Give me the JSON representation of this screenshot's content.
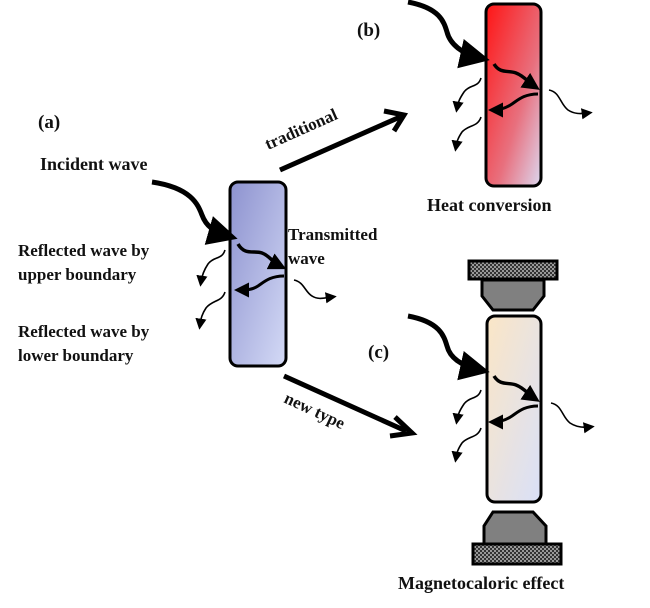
{
  "panels": {
    "a": {
      "label": "(a)",
      "incident": "Incident wave",
      "transmitted_line1": "Transmitted",
      "transmitted_line2": "wave",
      "reflected_upper_line1": "Reflected wave by",
      "reflected_upper_line2": "upper boundary",
      "reflected_lower_line1": "Reflected wave by",
      "reflected_lower_line2": "lower boundary",
      "slab_color_start": "#8d92cf",
      "slab_color_end": "#d4daf6"
    },
    "b": {
      "label": "(b)",
      "caption": "Heat conversion",
      "slab_color_start": "#ff1414",
      "slab_color_end": "#dcd8f0"
    },
    "c": {
      "label": "(c)",
      "caption": "Magnetocaloric effect",
      "slab_color_start": "#fbe6c6",
      "slab_color_end": "#d9e0f8",
      "magnet_color": "#808080"
    }
  },
  "arrows": {
    "traditional": "traditional",
    "new_type": "new type"
  }
}
